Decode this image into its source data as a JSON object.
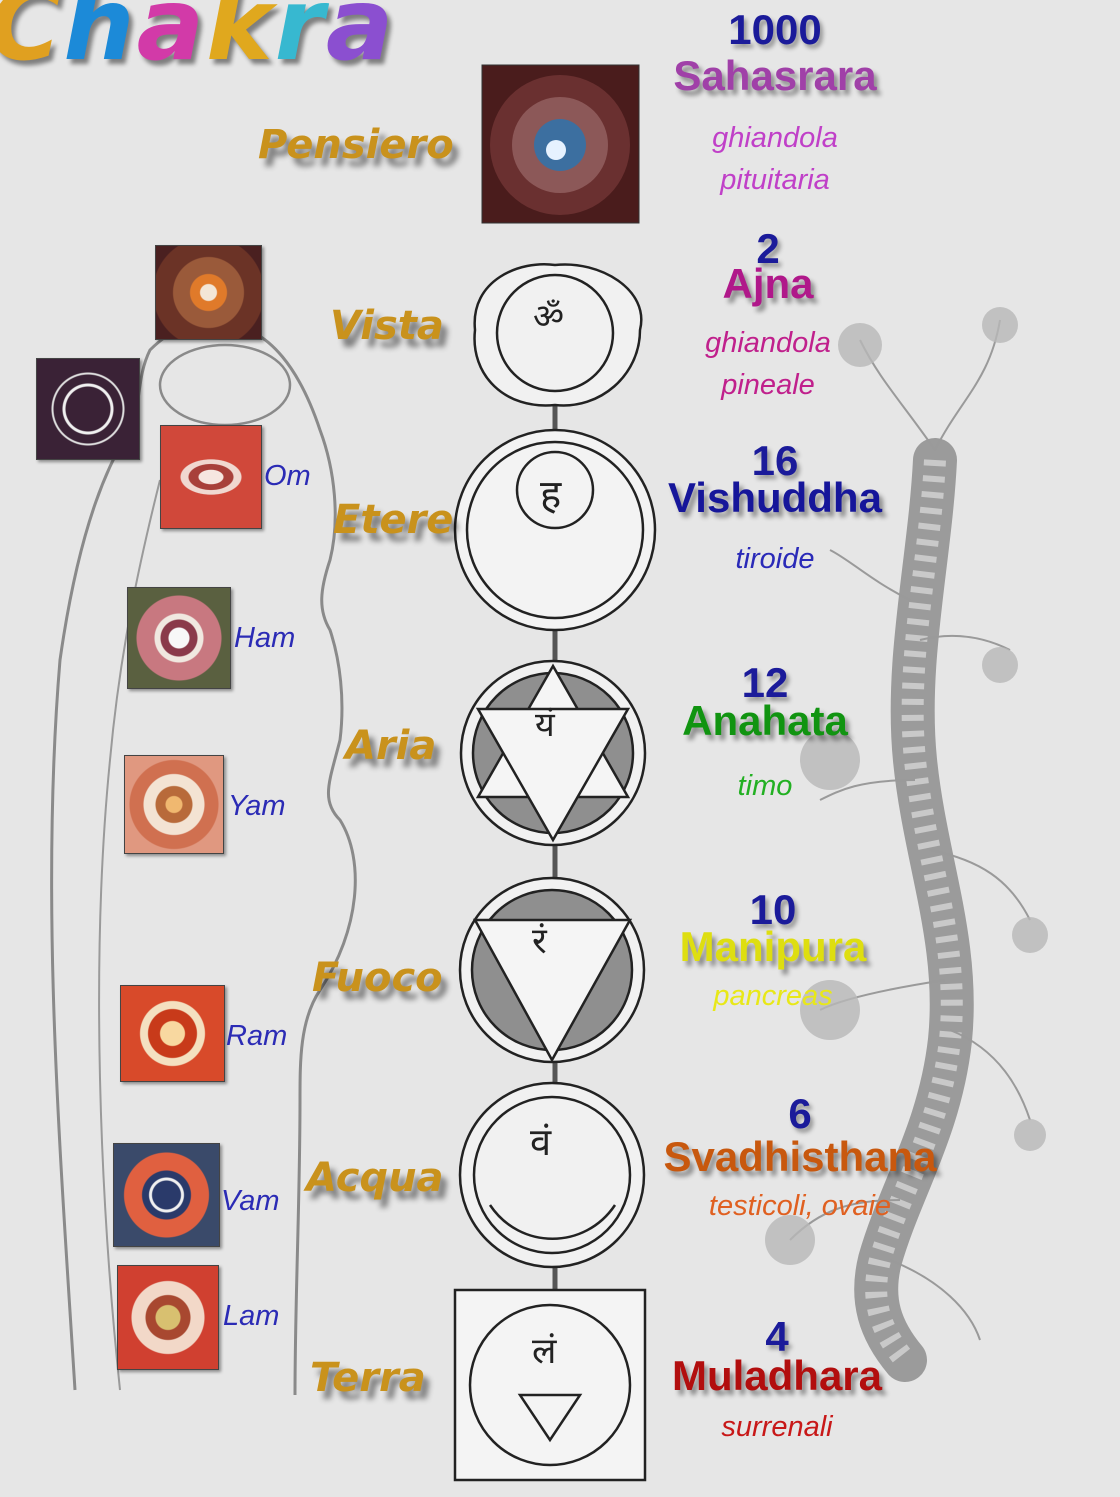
{
  "title": "Chakra",
  "colors": {
    "element_label": "#c9921c",
    "mantra": "#2b2bb5",
    "petals": "#1b1b9a",
    "title_letters": [
      "#e0a020",
      "#1c8ad8",
      "#d23aa8",
      "#e0a81e",
      "#37b8d0",
      "#8b4fd0"
    ]
  },
  "elements": [
    "Pensiero",
    "Vista",
    "Etere",
    "Aria",
    "Fuoco",
    "Acqua",
    "Terra"
  ],
  "mantras": [
    "Om",
    "Ham",
    "Yam",
    "Ram",
    "Vam",
    "Lam"
  ],
  "chakras": [
    {
      "petals": "1000",
      "name": "Sahasrara",
      "gland_lines": [
        "ghiandola",
        "pituitaria"
      ],
      "color": "#a040a8",
      "gland_color": "#c040c8"
    },
    {
      "petals": "2",
      "name": "Ajna",
      "gland_lines": [
        "ghiandola",
        "pineale"
      ],
      "color": "#b0188a",
      "gland_color": "#c0208c"
    },
    {
      "petals": "16",
      "name": "Vishuddha",
      "gland_lines": [
        "tiroide"
      ],
      "color": "#16169a",
      "gland_color": "#2a2ab8"
    },
    {
      "petals": "12",
      "name": "Anahata",
      "gland_lines": [
        "timo"
      ],
      "color": "#119411",
      "gland_color": "#22b022"
    },
    {
      "petals": "10",
      "name": "Manipura",
      "gland_lines": [
        "pancreas"
      ],
      "color": "#dede10",
      "gland_color": "#e8e818"
    },
    {
      "petals": "6",
      "name": "Svadhisthana",
      "gland_lines": [
        "testicoli, ovaie"
      ],
      "color": "#c8580e",
      "gland_color": "#e06020"
    },
    {
      "petals": "4",
      "name": "Muladhara",
      "gland_lines": [
        "surrenali"
      ],
      "color": "#b20e0e",
      "gland_color": "#c81818"
    }
  ],
  "symbol_syllables": [
    "ॐ",
    "ह",
    "यं",
    "रं",
    "वं",
    "लं"
  ],
  "icons": [
    "thousand-petal-icon",
    "crescent-moon-icon",
    "two-petal-icon",
    "sixteen-petal-icon",
    "six-point-star-icon",
    "triangle-lotus-icon",
    "crescent-lotus-icon",
    "square-lotus-icon"
  ]
}
